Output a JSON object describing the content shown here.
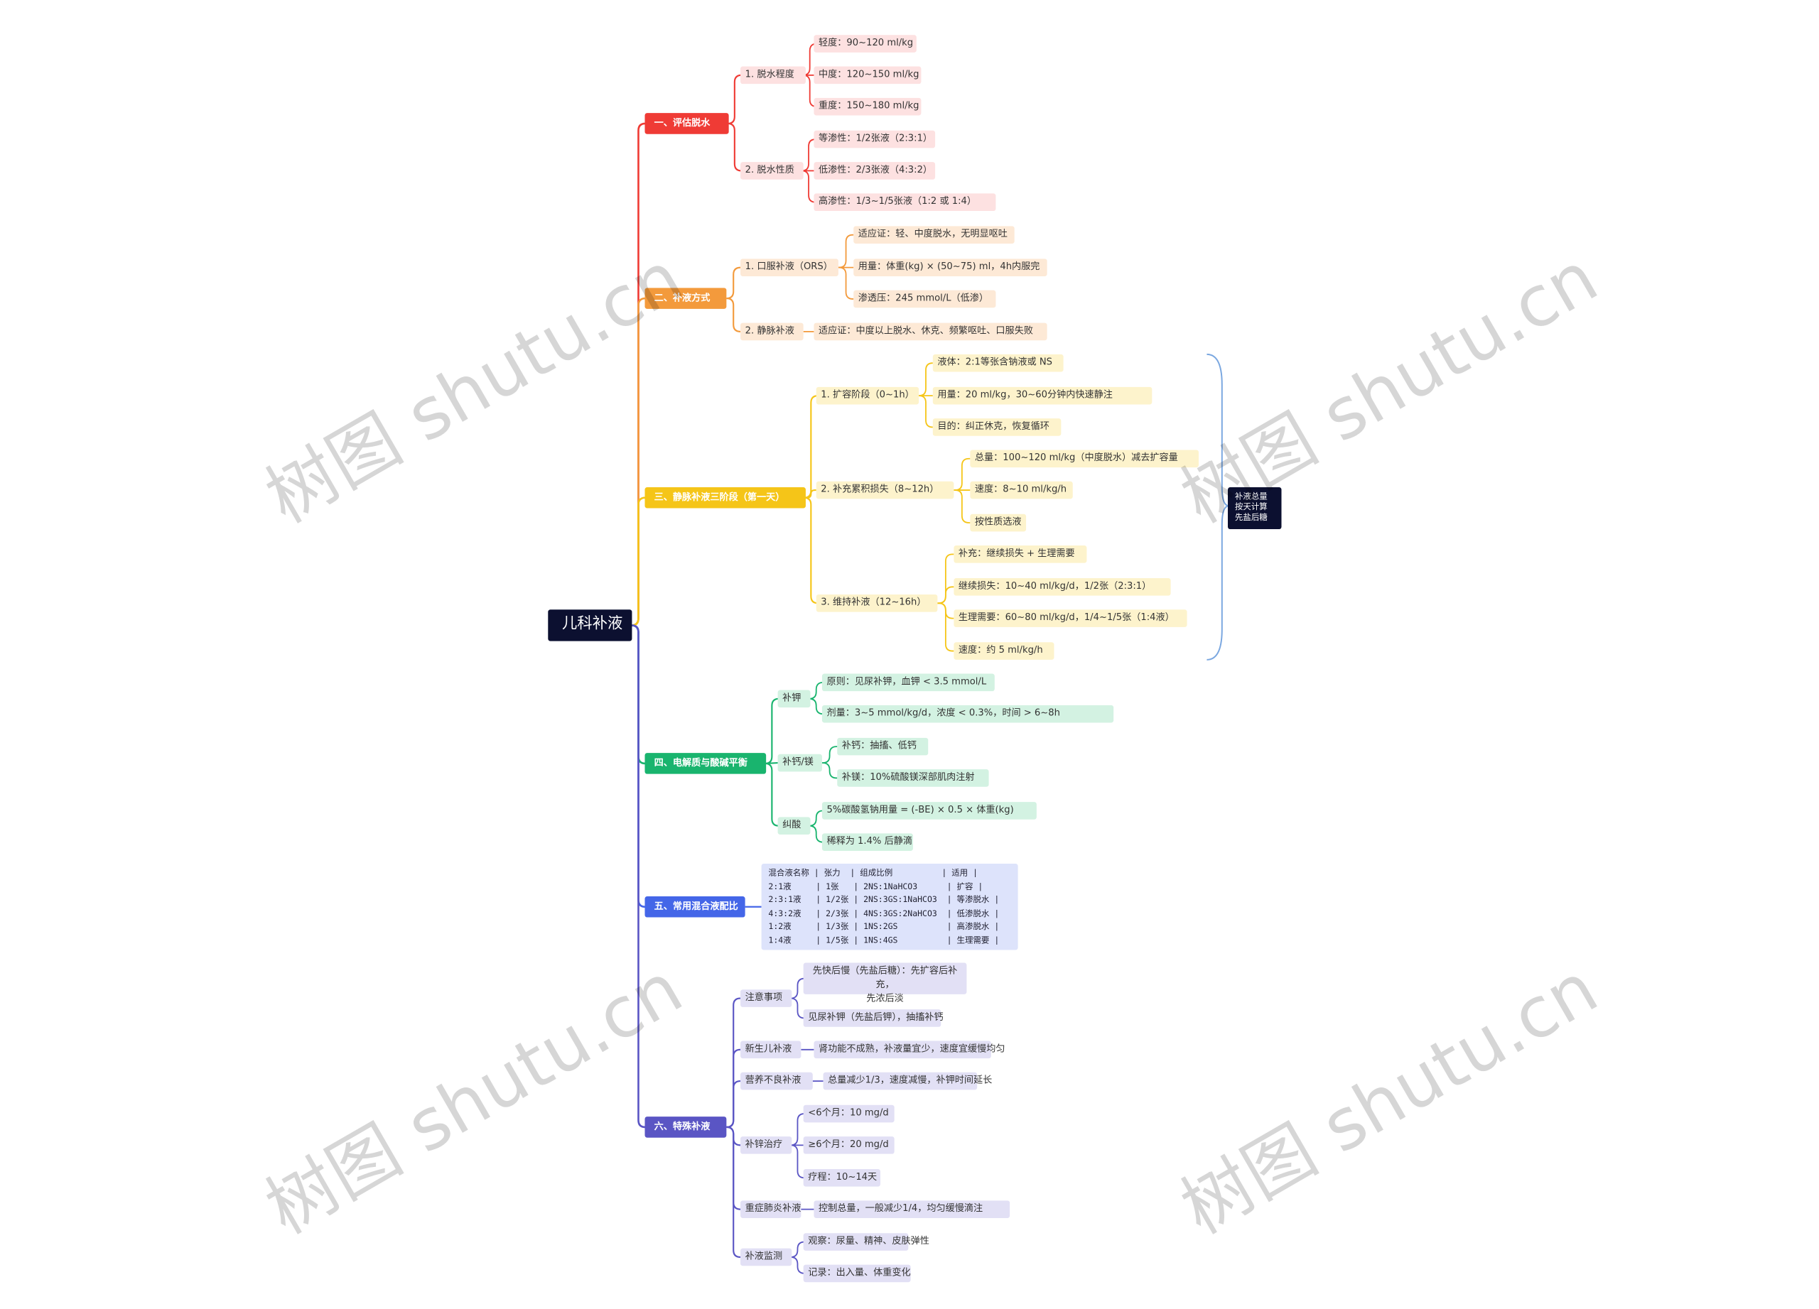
{
  "watermark": "树图 shutu.cn",
  "root": {
    "label": "儿科补液"
  },
  "summary": {
    "label": "补液总量\n按天计算\n先盐后糖"
  },
  "colors": {
    "b1": "#ef3b35",
    "b2": "#f39a3c",
    "b3": "#f5c518",
    "b4": "#19b46e",
    "b5": "#4466e8",
    "b6": "#5a55c4"
  },
  "branches": [
    {
      "label": "一、评估脱水",
      "color": "#ef3b35",
      "light": "#fde1e1",
      "children": [
        {
          "label": "1. 脱水程度",
          "children": [
            {
              "label": "轻度：90~120 ml/kg"
            },
            {
              "label": "中度：120~150 ml/kg"
            },
            {
              "label": "重度：150~180 ml/kg"
            }
          ]
        },
        {
          "label": "2. 脱水性质",
          "children": [
            {
              "label": "等渗性：1/2张液（2:3:1）"
            },
            {
              "label": "低渗性：2/3张液（4:3:2）"
            },
            {
              "label": "高渗性：1/3~1/5张液（1:2 或 1:4）"
            }
          ]
        }
      ]
    },
    {
      "label": "二、补液方式",
      "color": "#f39a3c",
      "light": "#fde9d6",
      "children": [
        {
          "label": "1. 口服补液（ORS）",
          "children": [
            {
              "label": "适应证：轻、中度脱水，无明显呕吐"
            },
            {
              "label": "用量：体重(kg) × (50~75) ml，4h内服完"
            },
            {
              "label": "渗透压：245 mmol/L（低渗）"
            }
          ]
        },
        {
          "label": "2. 静脉补液",
          "children": [
            {
              "label": "适应证：中度以上脱水、休克、频繁呕吐、口服失败"
            }
          ]
        }
      ]
    },
    {
      "label": "三、静脉补液三阶段（第一天）",
      "color": "#f5c518",
      "light": "#fdf3cc",
      "children": [
        {
          "label": "1. 扩容阶段（0~1h）",
          "children": [
            {
              "label": "液体：2:1等张含钠液或 NS"
            },
            {
              "label": "用量：20 ml/kg，30~60分钟内快速静注"
            },
            {
              "label": "目的：纠正休克，恢复循环"
            }
          ]
        },
        {
          "label": "2. 补充累积损失（8~12h）",
          "children": [
            {
              "label": "总量：100~120 ml/kg（中度脱水）减去扩容量"
            },
            {
              "label": "速度：8~10 ml/kg/h"
            },
            {
              "label": "按性质选液"
            }
          ]
        },
        {
          "label": "3. 维持补液（12~16h）",
          "children": [
            {
              "label": "补充：继续损失 + 生理需要"
            },
            {
              "label": "继续损失：10~40 ml/kg/d，1/2张（2:3:1）"
            },
            {
              "label": "生理需要：60~80 ml/kg/d，1/4~1/5张（1:4液）"
            },
            {
              "label": "速度：约 5 ml/kg/h"
            }
          ]
        }
      ]
    },
    {
      "label": "四、电解质与酸碱平衡",
      "color": "#19b46e",
      "light": "#d3f2e2",
      "children": [
        {
          "label": "补钾",
          "children": [
            {
              "label": "原则：见尿补钾，血钾 < 3.5 mmol/L"
            },
            {
              "label": "剂量：3~5 mmol/kg/d，浓度 < 0.3%，时间 > 6~8h"
            }
          ]
        },
        {
          "label": "补钙/镁",
          "children": [
            {
              "label": "补钙：抽搐、低钙"
            },
            {
              "label": "补镁：10%硫酸镁深部肌肉注射"
            }
          ]
        },
        {
          "label": "纠酸",
          "children": [
            {
              "label": "5%碳酸氢钠用量 = (-BE) × 0.5 × 体重(kg)"
            },
            {
              "label": "稀释为 1.4% 后静滴"
            }
          ]
        }
      ]
    },
    {
      "label": "五、常用混合液配比",
      "color": "#4466e8",
      "light": "#dde3fb",
      "table": "混合液名称 | 张力  | 组成比例          | 适用 |\n2:1液     | 1张   | 2NS:1NaHCO3      | 扩容 |\n2:3:1液   | 1/2张 | 2NS:3GS:1NaHCO3  | 等渗脱水 |\n4:3:2液   | 2/3张 | 4NS:3GS:2NaHCO3  | 低渗脱水 |\n1:2液     | 1/3张 | 1NS:2GS          | 高渗脱水 |\n1:4液     | 1/5张 | 1NS:4GS          | 生理需要 |"
    },
    {
      "label": "六、特殊补液",
      "color": "#5a55c4",
      "light": "#e2e0f5",
      "children": [
        {
          "label": "注意事项",
          "children": [
            {
              "label": "先快后慢（先盐后糖）：先扩容后补充，\n先浓后淡"
            },
            {
              "label": "见尿补钾（先盐后钾），抽搐补钙"
            }
          ]
        },
        {
          "label": "新生儿补液",
          "children": [
            {
              "label": "肾功能不成熟，补液量宜少，速度宜缓慢均匀"
            }
          ]
        },
        {
          "label": "营养不良补液",
          "children": [
            {
              "label": "总量减少1/3，速度减慢，补钾时间延长"
            }
          ]
        },
        {
          "label": "补锌治疗",
          "children": [
            {
              "label": "<6个月：10 mg/d"
            },
            {
              "label": "≥6个月：20 mg/d"
            },
            {
              "label": "疗程：10~14天"
            }
          ]
        },
        {
          "label": "重症肺炎补液",
          "children": [
            {
              "label": "控制总量，一般减少1/4，均匀缓慢滴注"
            }
          ]
        },
        {
          "label": "补液监测",
          "children": [
            {
              "label": "观察：尿量、精神、皮肤弹性"
            },
            {
              "label": "记录：出入量、体重变化"
            }
          ]
        }
      ]
    }
  ]
}
